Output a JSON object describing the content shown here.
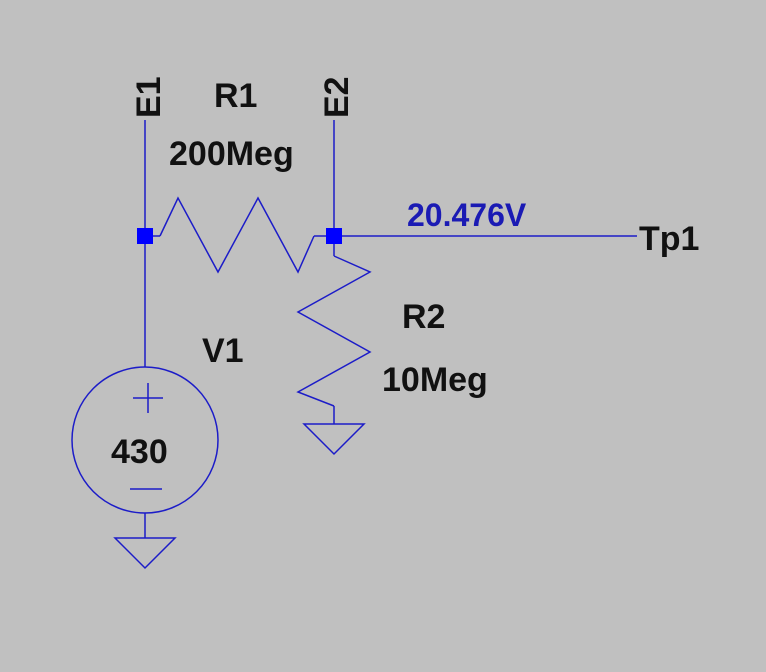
{
  "schematic": {
    "labels": {
      "e1": "E1",
      "e2": "E2",
      "r1_name": "R1",
      "r1_value": "200Meg",
      "r2_name": "R2",
      "r2_value": "10Meg",
      "v1_name": "V1",
      "v1_value": "430",
      "tp1": "Tp1",
      "node_voltage": "20.476V"
    },
    "colors": {
      "background": "#c0c0c0",
      "wire": "#1c1cc8",
      "node": "#0000ff",
      "label": "#111111",
      "voltage_label": "#1a1ab4"
    },
    "icons": {
      "source": "voltage-source-icon",
      "ground": "ground-icon",
      "resistor": "resistor-icon"
    }
  }
}
